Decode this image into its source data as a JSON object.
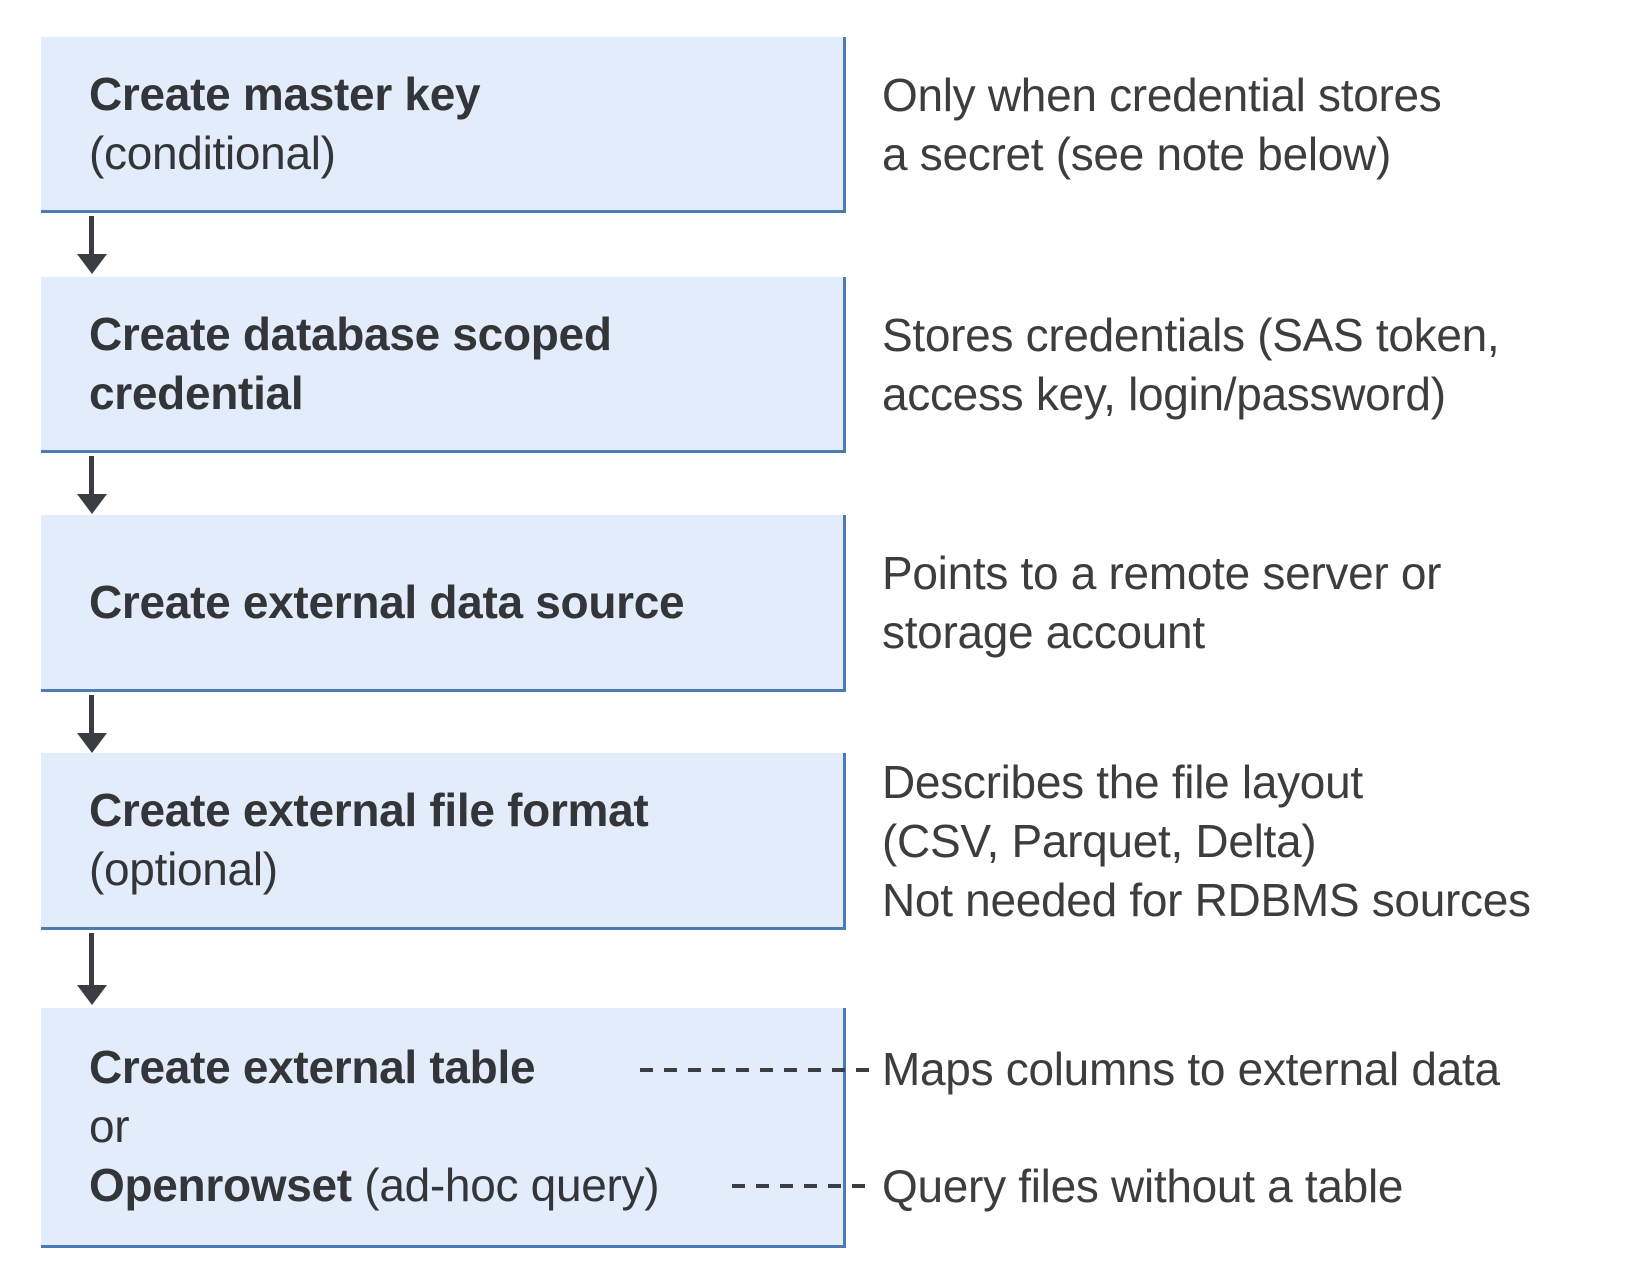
{
  "colors": {
    "background": "#ffffff",
    "box_fill": "#e2ecfa",
    "box_border": "#4d7cb4",
    "title_text": "#333538",
    "annotation_text": "#3d3d3f",
    "arrow": "#3a3e44"
  },
  "steps": [
    {
      "title": "Create master key",
      "qualifier": "(conditional)"
    },
    {
      "title_line1": "Create database scoped",
      "title_line2": "credential"
    },
    {
      "title": "Create external data source"
    },
    {
      "title": "Create external file format",
      "qualifier": "(optional)"
    },
    {
      "primary_title": "Create external table",
      "connector": "or",
      "alt_title": "Openrowset",
      "alt_qualifier": " (ad-hoc query)"
    }
  ],
  "annotations": [
    {
      "lines": [
        "Only when credential stores",
        "a secret (see note below)"
      ]
    },
    {
      "lines": [
        "Stores credentials (SAS token,",
        "access key, login/password)"
      ]
    },
    {
      "lines": [
        "Points to a remote server or",
        "storage account"
      ]
    },
    {
      "lines": [
        "Describes the file layout",
        "(CSV, Parquet, Delta)",
        "Not needed for RDBMS sources"
      ]
    },
    {
      "lines": [
        "Maps columns to external data"
      ]
    },
    {
      "lines": [
        "Query files without a table"
      ]
    }
  ]
}
